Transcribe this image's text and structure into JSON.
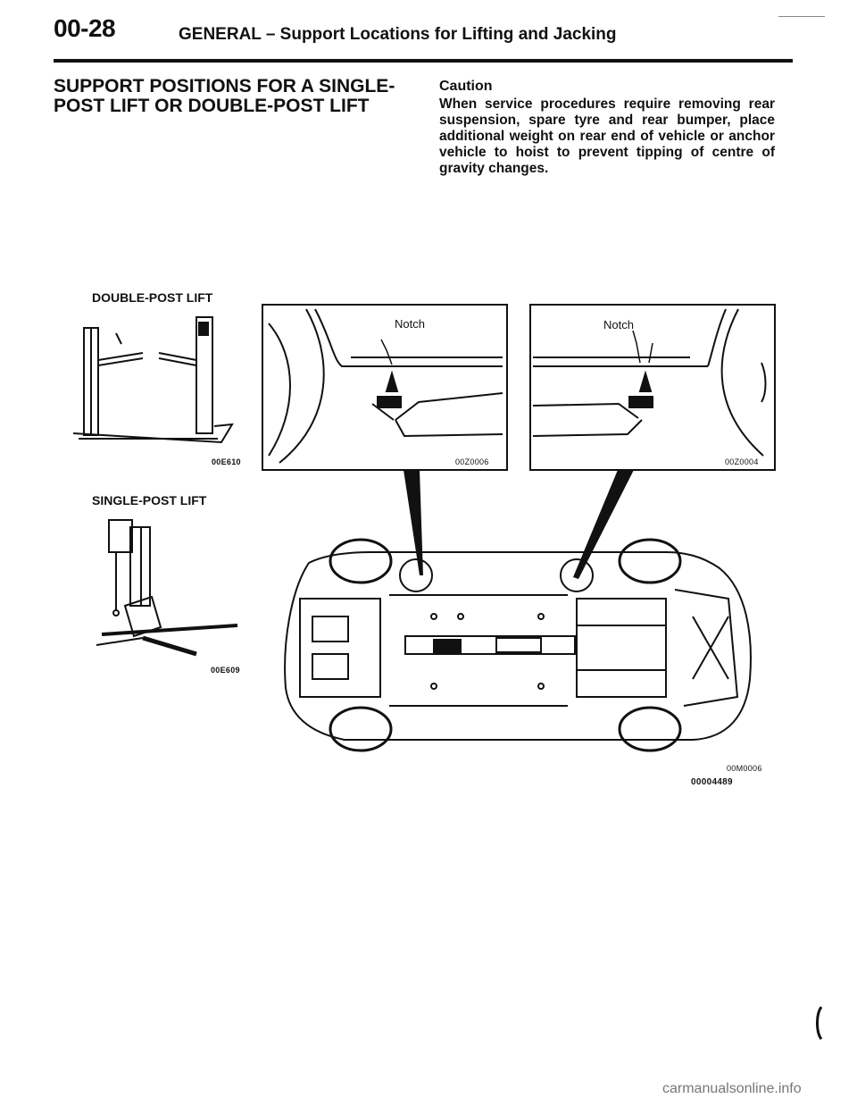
{
  "header": {
    "page_number": "00-28",
    "title": "GENERAL – Support Locations for Lifting and Jacking"
  },
  "section": {
    "heading": "SUPPORT POSITIONS FOR A SINGLE-POST LIFT OR DOUBLE-POST LIFT"
  },
  "caution": {
    "heading": "Caution",
    "text": "When service procedures require removing rear suspension, spare tyre and rear bumper, place additional weight on rear end of vehicle or anchor vehicle to hoist to prevent tipping of centre of gravity changes."
  },
  "figures": {
    "double_post_label": "DOUBLE-POST LIFT",
    "double_post_code": "00E610",
    "single_post_label": "SINGLE-POST LIFT",
    "single_post_code": "00E609",
    "front_detail_notch": "Notch",
    "front_detail_code": "00Z0006",
    "rear_detail_notch": "Notch",
    "rear_detail_code": "00Z0004",
    "underbody_code": "00M0006",
    "figure_id": "00004489"
  },
  "footer": {
    "watermark": "carmanualsonline.info"
  }
}
